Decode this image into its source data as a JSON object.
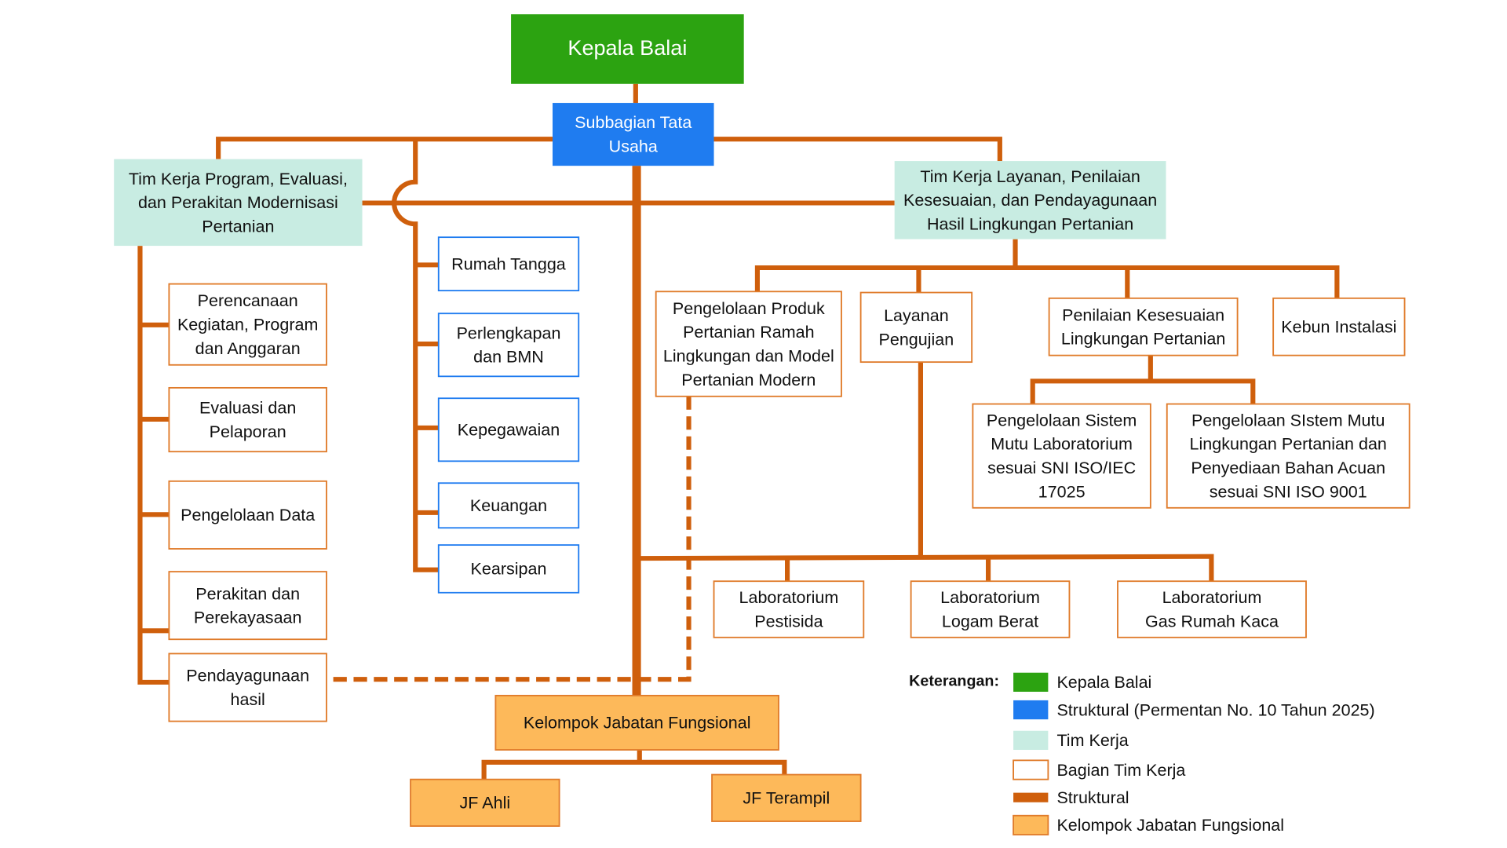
{
  "colors": {
    "kepala": "#2ca311",
    "struktural": "#1f7cf0",
    "tim_kerja": "#c8ece2",
    "bagian_border": "#e07b2a",
    "line": "#cf5f0c",
    "jf": "#fdb95a"
  },
  "nodes": {
    "kepala": {
      "lines": [
        "Kepala Balai"
      ],
      "type": "kepala"
    },
    "subbag": {
      "lines": [
        "Subbagian Tata",
        "Usaha"
      ],
      "type": "struktural"
    },
    "tim1": {
      "lines": [
        "Tim Kerja Program, Evaluasi,",
        "dan Perakitan Modernisasi",
        "Pertanian"
      ],
      "type": "tim"
    },
    "tim2": {
      "lines": [
        "Tim Kerja Layanan, Penilaian",
        "Kesesuaian, dan Pendayagunaan",
        "Hasil Lingkungan Pertanian"
      ],
      "type": "tim"
    },
    "rumah": {
      "lines": [
        "Rumah Tangga"
      ],
      "type": "sub"
    },
    "perl": {
      "lines": [
        "Perlengkapan",
        "dan BMN"
      ],
      "type": "sub"
    },
    "kepeg": {
      "lines": [
        "Kepegawaian"
      ],
      "type": "sub"
    },
    "keu": {
      "lines": [
        "Keuangan"
      ],
      "type": "sub"
    },
    "kears": {
      "lines": [
        "Kearsipan"
      ],
      "type": "sub"
    },
    "peren": {
      "lines": [
        "Perencanaan",
        "Kegiatan, Program",
        "dan Anggaran"
      ],
      "type": "bagian"
    },
    "eval": {
      "lines": [
        "Evaluasi dan",
        "Pelaporan"
      ],
      "type": "bagian"
    },
    "data": {
      "lines": [
        "Pengelolaan Data"
      ],
      "type": "bagian"
    },
    "perak": {
      "lines": [
        "Perakitan dan",
        "Perekayasaan"
      ],
      "type": "bagian"
    },
    "pend": {
      "lines": [
        "Pendayagunaan",
        "hasil"
      ],
      "type": "bagian"
    },
    "pengprod": {
      "lines": [
        "Pengelolaan Produk",
        "Pertanian Ramah",
        "Lingkungan dan Model",
        "Pertanian Modern"
      ],
      "type": "bagian"
    },
    "layanan": {
      "lines": [
        "Layanan",
        "Pengujian"
      ],
      "type": "bagian"
    },
    "penilaian": {
      "lines": [
        "Penilaian Kesesuaian",
        "Lingkungan Pertanian"
      ],
      "type": "bagian"
    },
    "kebun": {
      "lines": [
        "Kebun Instalasi"
      ],
      "type": "bagian"
    },
    "sistem1": {
      "lines": [
        "Pengelolaan Sistem",
        "Mutu Laboratorium",
        "sesuai SNI ISO/IEC",
        "17025"
      ],
      "type": "bagian"
    },
    "sistem2": {
      "lines": [
        "Pengelolaan SIstem Mutu",
        "Lingkungan Pertanian dan",
        "Penyediaan Bahan Acuan",
        "sesuai SNI ISO 9001"
      ],
      "type": "bagian"
    },
    "lab1": {
      "lines": [
        "Laboratorium",
        "Pestisida"
      ],
      "type": "bagian"
    },
    "lab2": {
      "lines": [
        "Laboratorium",
        "Logam Berat"
      ],
      "type": "bagian"
    },
    "lab3": {
      "lines": [
        "Laboratorium",
        "Gas Rumah Kaca"
      ],
      "type": "bagian"
    },
    "kjf": {
      "lines": [
        "Kelompok Jabatan Fungsional"
      ],
      "type": "jf"
    },
    "jfahli": {
      "lines": [
        "JF Ahli"
      ],
      "type": "jf"
    },
    "jfter": {
      "lines": [
        "JF Terampil"
      ],
      "type": "jf"
    }
  },
  "legend": {
    "title": "Keterangan:",
    "items": [
      {
        "label": "Kepala Balai",
        "swatch": "kepala"
      },
      {
        "label": "Struktural (Permentan No. 10 Tahun 2025)",
        "swatch": "struktural"
      },
      {
        "label": "Tim Kerja",
        "swatch": "tim"
      },
      {
        "label": "Bagian Tim Kerja",
        "swatch": "bagian"
      },
      {
        "label": "Struktural",
        "swatch": "line"
      },
      {
        "label": "Kelompok Jabatan Fungsional",
        "swatch": "jf"
      }
    ]
  }
}
